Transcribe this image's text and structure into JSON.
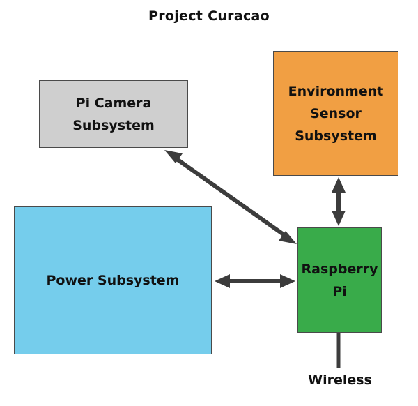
{
  "title": "Project Curacao",
  "nodes": {
    "camera": {
      "line1": "Pi Camera",
      "line2": "Subsystem",
      "color": "#cfcfcf"
    },
    "environment": {
      "line1": "Environment",
      "line2": "Sensor",
      "line3": "Subsystem",
      "color": "#f19f43"
    },
    "power": {
      "label": "Power Subsystem",
      "color": "#75cdec"
    },
    "raspberry_pi": {
      "line1": "Raspberry",
      "line2": "Pi",
      "color": "#39ab4a"
    }
  },
  "wireless": {
    "label": "Wireless"
  },
  "connections": [
    {
      "from": "camera",
      "to": "raspberry_pi",
      "type": "bidirectional-arrow"
    },
    {
      "from": "environment",
      "to": "raspberry_pi",
      "type": "bidirectional-arrow"
    },
    {
      "from": "power",
      "to": "raspberry_pi",
      "type": "bidirectional-arrow"
    },
    {
      "from": "raspberry_pi",
      "to": "wireless",
      "type": "line"
    }
  ]
}
